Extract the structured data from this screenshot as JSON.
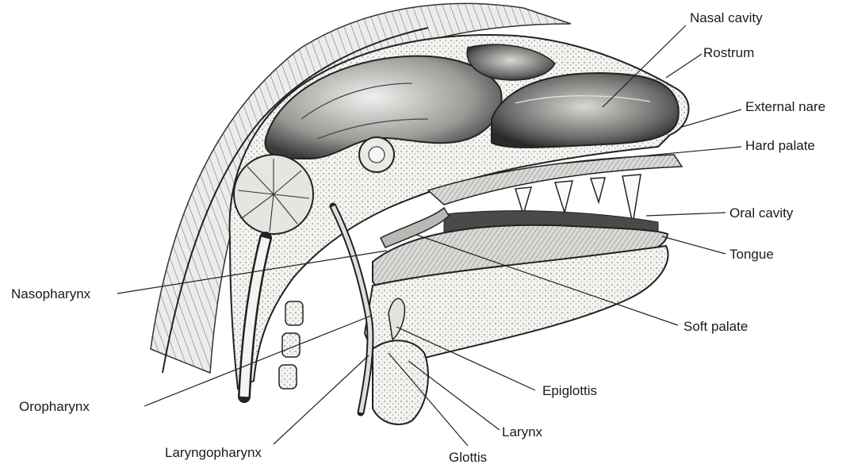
{
  "labels": {
    "nasal_cavity": "Nasal cavity",
    "rostrum": "Rostrum",
    "external_nare": "External nare",
    "hard_palate": "Hard palate",
    "oral_cavity": "Oral cavity",
    "tongue": "Tongue",
    "soft_palate": "Soft palate",
    "nasopharynx": "Nasopharynx",
    "oropharynx": "Oropharynx",
    "laryngopharynx": "Laryngopharynx",
    "glottis": "Glottis",
    "larynx": "Larynx",
    "epiglottis": "Epiglottis"
  }
}
